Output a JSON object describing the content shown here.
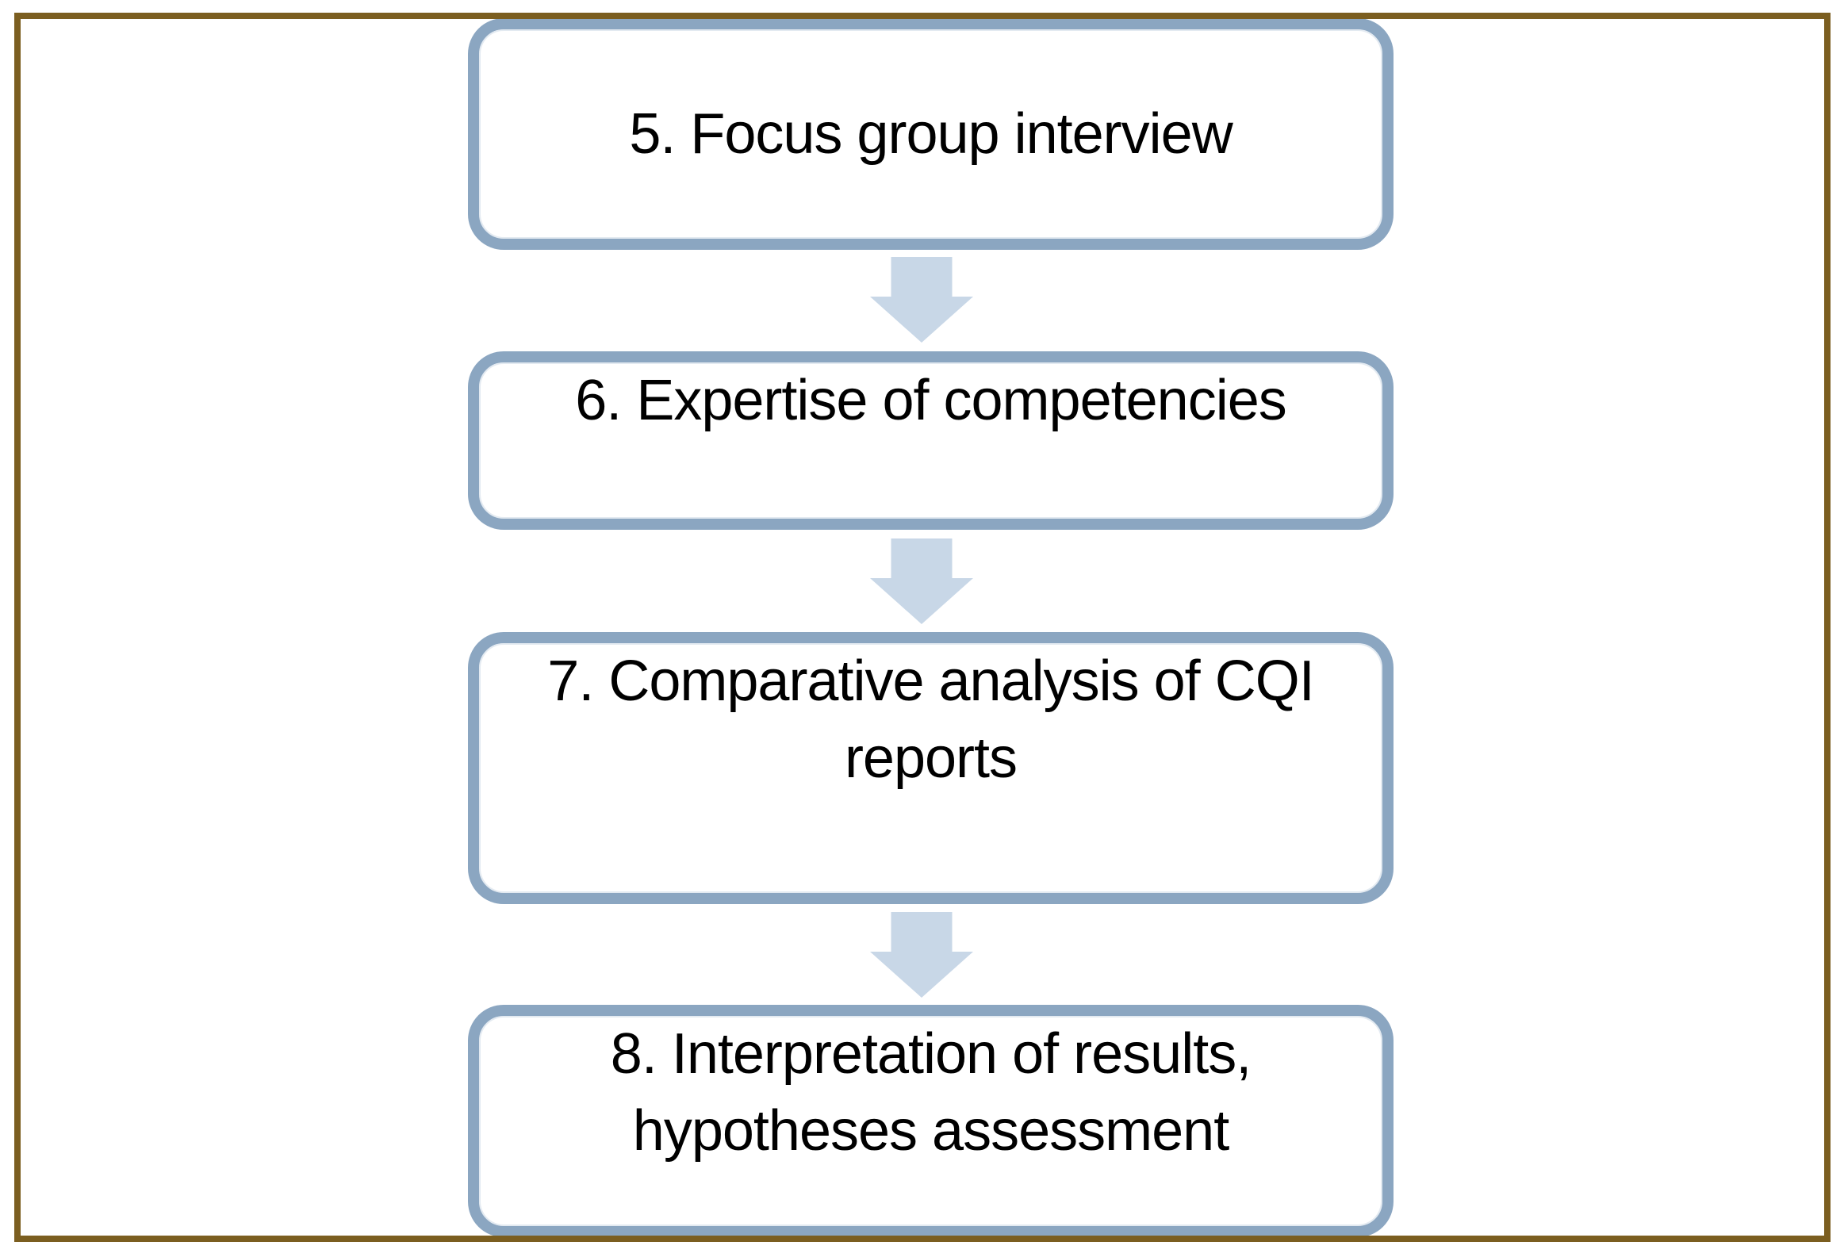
{
  "diagram": {
    "type": "flowchart",
    "direction": "top-down",
    "steps": [
      {
        "label": "5. Focus group interview"
      },
      {
        "label": "6. Expertise of competencies"
      },
      {
        "label": "7. Comparative analysis of CQI\nreports"
      },
      {
        "label": "8. Interpretation of results,\nhypotheses assessment"
      }
    ],
    "connectors": [
      {
        "icon": "down-arrow"
      },
      {
        "icon": "down-arrow"
      },
      {
        "icon": "down-arrow"
      }
    ],
    "colors": {
      "step_border": "#8BA6C1",
      "step_fill": "#FFFFFF",
      "arrow_fill": "#C8D7E7",
      "frame_border": "#7B5E20",
      "text": "#000000",
      "background": "#FFFFFF"
    }
  }
}
